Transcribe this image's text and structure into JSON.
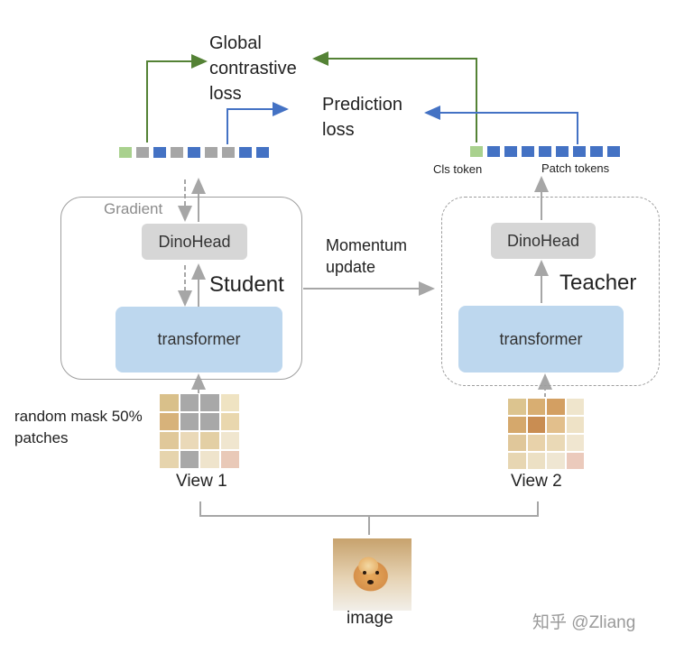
{
  "losses": {
    "global_contrastive": [
      "Global",
      "contrastive",
      "loss"
    ],
    "prediction": [
      "Prediction",
      "loss"
    ]
  },
  "tokens": {
    "cls_label": "Cls token",
    "patch_label": "Patch tokens"
  },
  "student": {
    "gradient_label": "Gradient",
    "head_label": "DinoHead",
    "role_label": "Student",
    "backbone_label": "transformer"
  },
  "teacher": {
    "head_label": "DinoHead",
    "role_label": "Teacher",
    "backbone_label": "transformer"
  },
  "momentum": [
    "Momentum",
    "update"
  ],
  "views": {
    "mask_note": [
      "random mask 50%",
      "patches"
    ],
    "view1_label": "View 1",
    "view2_label": "View 2",
    "image_label": "image"
  },
  "watermark": "知乎 @Zliang",
  "colors": {
    "green_arrow": "#548235",
    "blue_arrow": "#4472c4",
    "gray_arrow": "#a6a6a6",
    "cls_token": "#a9d18e",
    "patch_token": "#4472c4",
    "masked_token": "#a6a6a6",
    "backbone_fill": "#bdd7ee",
    "head_fill": "#d6d6d6"
  }
}
